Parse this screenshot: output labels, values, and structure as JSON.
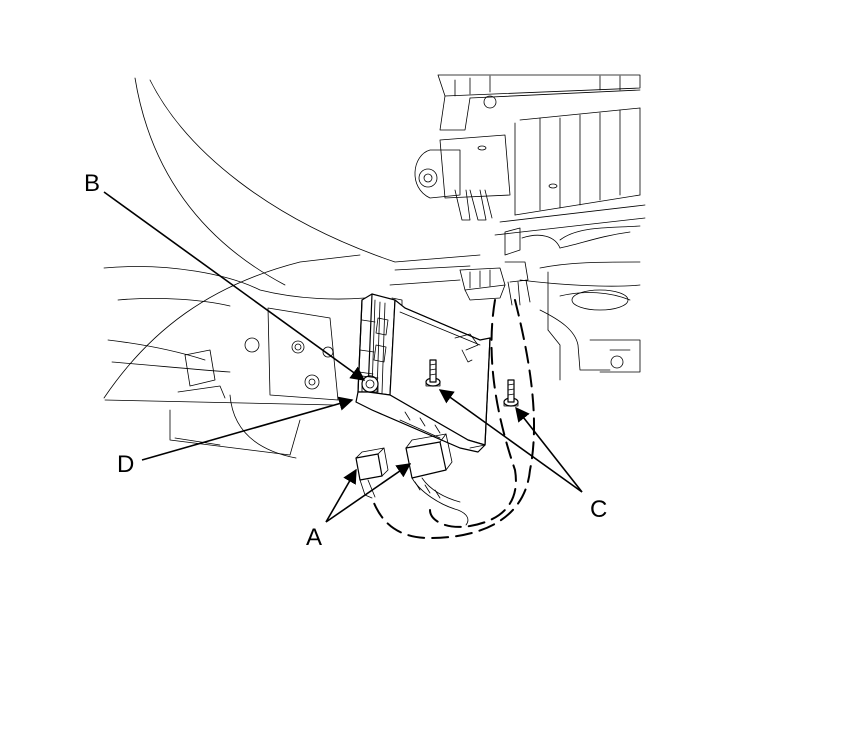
{
  "diagram": {
    "callouts": {
      "a": "A",
      "b": "B",
      "c": "C",
      "d": "D"
    },
    "colors": {
      "line": "#000000",
      "background": "#ffffff"
    }
  }
}
